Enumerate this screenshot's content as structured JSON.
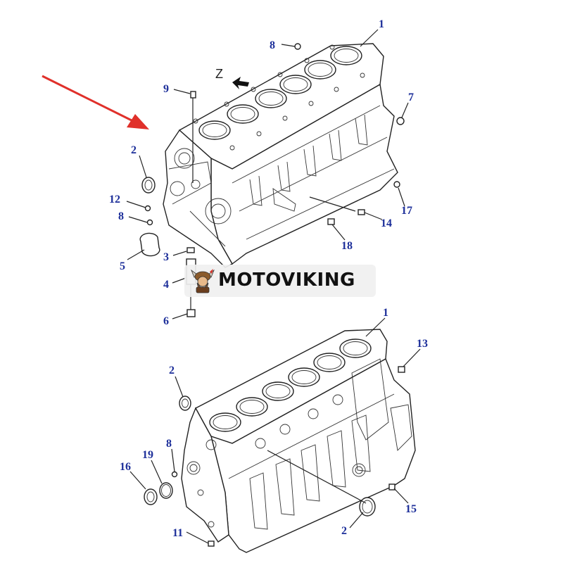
{
  "view_marker": "Z",
  "brand": {
    "name": "MOTOVIKING"
  },
  "colors": {
    "label": "#1d2f9a",
    "pointer_arrow": "#e0302a",
    "line": "#222222"
  },
  "callouts_top": [
    "1",
    "8",
    "7",
    "9",
    "2",
    "12",
    "8",
    "5",
    "3",
    "4",
    "6",
    "17",
    "14",
    "18"
  ],
  "callouts_bottom": [
    "1",
    "13",
    "2",
    "8",
    "19",
    "16",
    "11",
    "15",
    "2"
  ]
}
